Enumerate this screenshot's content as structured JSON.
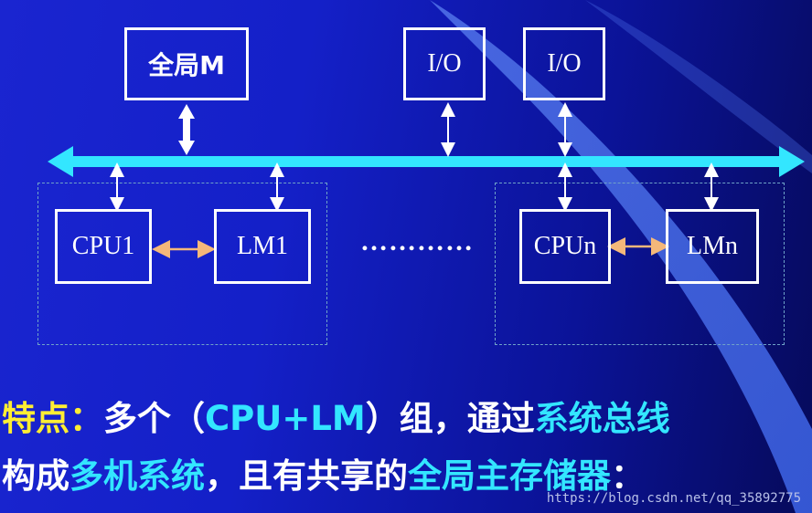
{
  "boxes": {
    "global_memory": "全局M",
    "io_1": "I/O",
    "io_2": "I/O",
    "cpu_1": "CPU1",
    "lm_1": "LM1",
    "cpu_n": "CPUn",
    "lm_n": "LMn"
  },
  "ellipsis": "…………",
  "caption": {
    "line1": {
      "label": "特点：",
      "text_a": "多个（",
      "highlight_a": "CPU+LM",
      "text_b": "）组，通过",
      "highlight_b": "系统总线"
    },
    "line2": {
      "text_a": "构成",
      "highlight_a": "多机系统",
      "text_b": "，且有共享的",
      "highlight_b": "全局主存储器",
      "text_c": "："
    }
  },
  "watermark": "https://blog.csdn.net/qq_35892775",
  "colors": {
    "background": "#1420c8",
    "bus": "#33e6ff",
    "box_border": "#ffffff",
    "local_link": "#f5b87a",
    "label_yellow": "#ffee33",
    "highlight_cyan": "#33e6ff"
  }
}
